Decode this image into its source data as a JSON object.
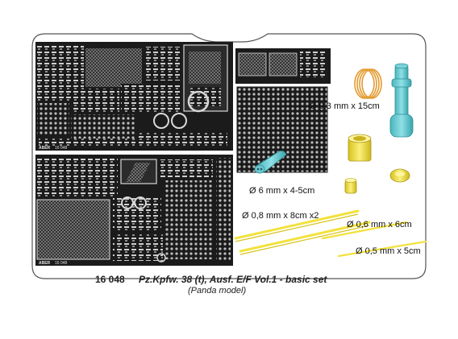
{
  "set": {
    "code": "16 048",
    "title": "Pz.Kpfw. 38 (t), Ausf. E/F Vol.1 - basic set",
    "subtitle": "(Panda model)"
  },
  "parts": {
    "wire": "Ø 0,3 mm x 15cm",
    "rod_6mm": "Ø 6 mm x 4-5cm",
    "rod_08": "Ø 0,8 mm x 8cm x2",
    "rod_06": "Ø 0,6 mm x 6cm",
    "rod_05": "Ø 0,5 mm x 5cm"
  },
  "fret_marks": {
    "brand": "ABER",
    "fret_a": "16 048",
    "fret_b": "16 048"
  },
  "colors": {
    "background": "#ffffff",
    "card_border": "#555555",
    "fret": "#1b1b1b",
    "fret_detail": "#d8d8d8",
    "yellow_part": "#f2e23c",
    "cyan_part": "#5fc7cf",
    "wire": "#e39a2d"
  }
}
